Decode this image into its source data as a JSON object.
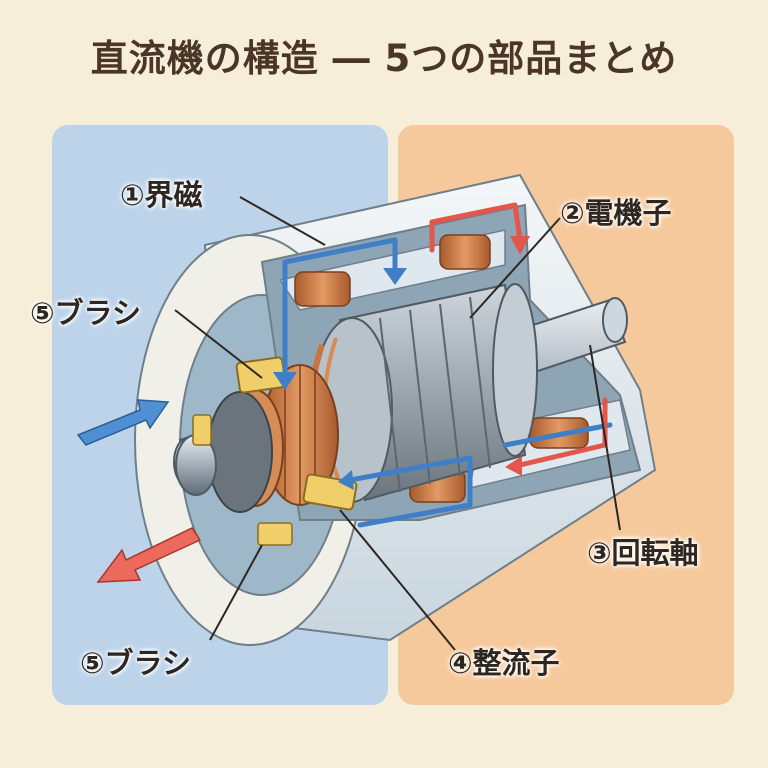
{
  "title": "直流機の構造 ― 5つの部品まとめ",
  "labels": {
    "field": "①界磁",
    "armature": "②電機子",
    "shaft": "③回転軸",
    "commutator": "④整流子",
    "brush_upper": "⑤ブラシ",
    "brush_lower": "⑤ブラシ"
  },
  "colors": {
    "panel_left": "#bcd3ea",
    "panel_right": "#f6c99c",
    "flux_arrow": "#3f7fc8",
    "current_arrow": "#e2564b",
    "copper": "#c9733f"
  }
}
